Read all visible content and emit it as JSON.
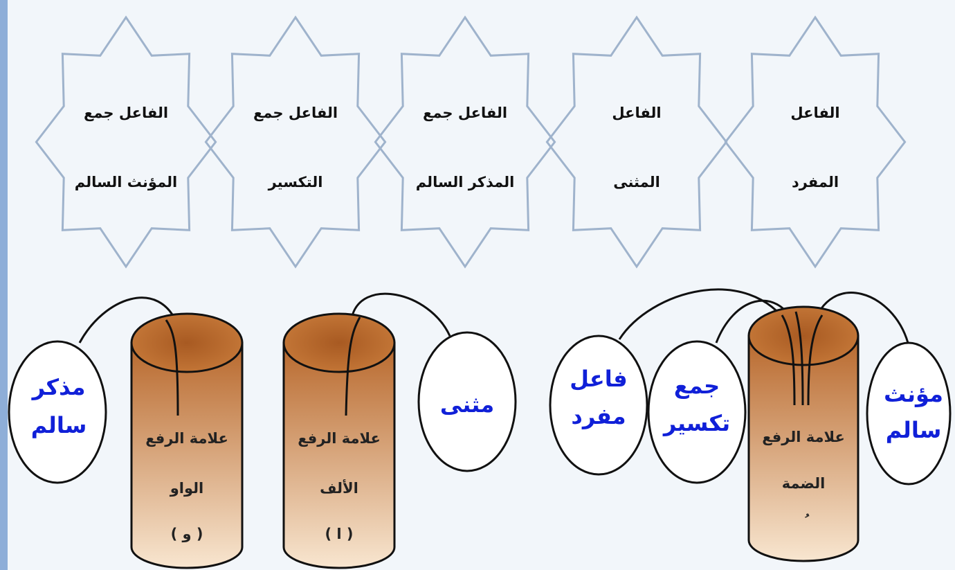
{
  "colors": {
    "background": "#f2f6fa",
    "left_bar": "#8eaed8",
    "star_stroke": "#9fb3cc",
    "cylinder_top": "#b8682c",
    "cylinder_bottom": "#f8e6d0",
    "circle_label": "#1020d8"
  },
  "stars": [
    {
      "id": "fem",
      "line1": "الفاعل جمع",
      "line2": "المؤنث السالم"
    },
    {
      "id": "broken",
      "line1": "الفاعل جمع",
      "line2": "التكسير"
    },
    {
      "id": "masc",
      "line1": "الفاعل جمع",
      "line2": "المذكر السالم"
    },
    {
      "id": "dual",
      "line1": "الفاعل",
      "line2": "المثنى"
    },
    {
      "id": "singular",
      "line1": "الفاعل",
      "line2": "المفرد"
    }
  ],
  "cylinders": [
    {
      "id": "waw",
      "line1": "علامة الرفع",
      "line2": "الواو",
      "line3": "( و )"
    },
    {
      "id": "alif",
      "line1": "علامة الرفع",
      "line2": "الألف",
      "line3": "( ا )"
    },
    {
      "id": "damma",
      "line1": "علامة الرفع",
      "line2": "الضمة",
      "line3": "ُ"
    }
  ],
  "circles": [
    {
      "id": "masc-sound",
      "line1": "مذكر",
      "line2": "سالم"
    },
    {
      "id": "dual",
      "line1": "مثنى",
      "line2": ""
    },
    {
      "id": "singular",
      "line1": "فاعل",
      "line2": "مفرد"
    },
    {
      "id": "broken",
      "line1": "جمع",
      "line2": "تكسير"
    },
    {
      "id": "fem-sound",
      "line1": "مؤنث",
      "line2": "سالم"
    }
  ]
}
